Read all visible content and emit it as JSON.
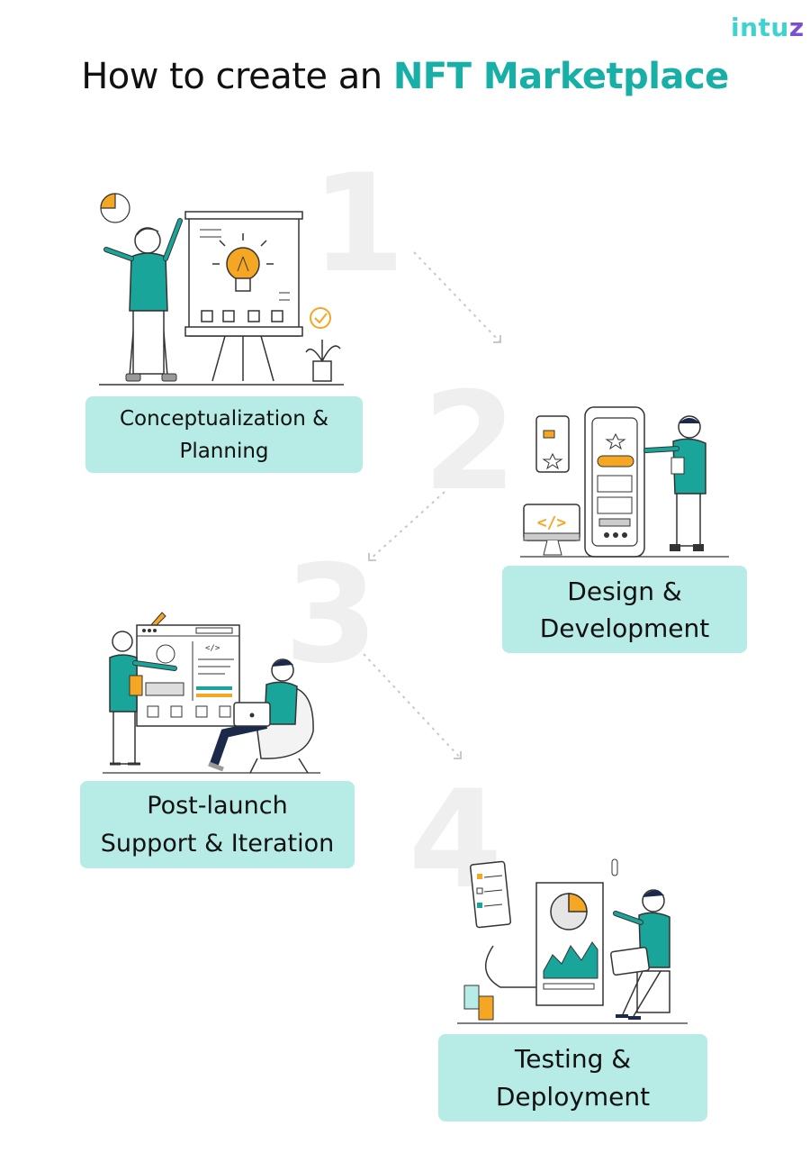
{
  "logo": {
    "text_main": "intu",
    "text_end": "z"
  },
  "title": {
    "prefix": "How to create an ",
    "accent": "NFT Marketplace"
  },
  "colors": {
    "accent": "#18b0a6",
    "box_fill": "#b7ebe6",
    "teal": "#1aa59a",
    "orange": "#f5a623",
    "number_gray": "#efefef"
  },
  "steps": [
    {
      "number": "1",
      "line1": "Conceptualization &",
      "line2": "Planning"
    },
    {
      "number": "2",
      "line1": "Design &",
      "line2": "Development"
    },
    {
      "number": "3",
      "line1": "Post-launch",
      "line2": "Support & Iteration"
    },
    {
      "number": "4",
      "line1": "Testing &",
      "line2": "Deployment"
    }
  ],
  "icons": [
    "lightbulb-icon",
    "checkmark-icon",
    "code-icon",
    "rocket-icon",
    "star-icon",
    "pie-chart-icon"
  ]
}
